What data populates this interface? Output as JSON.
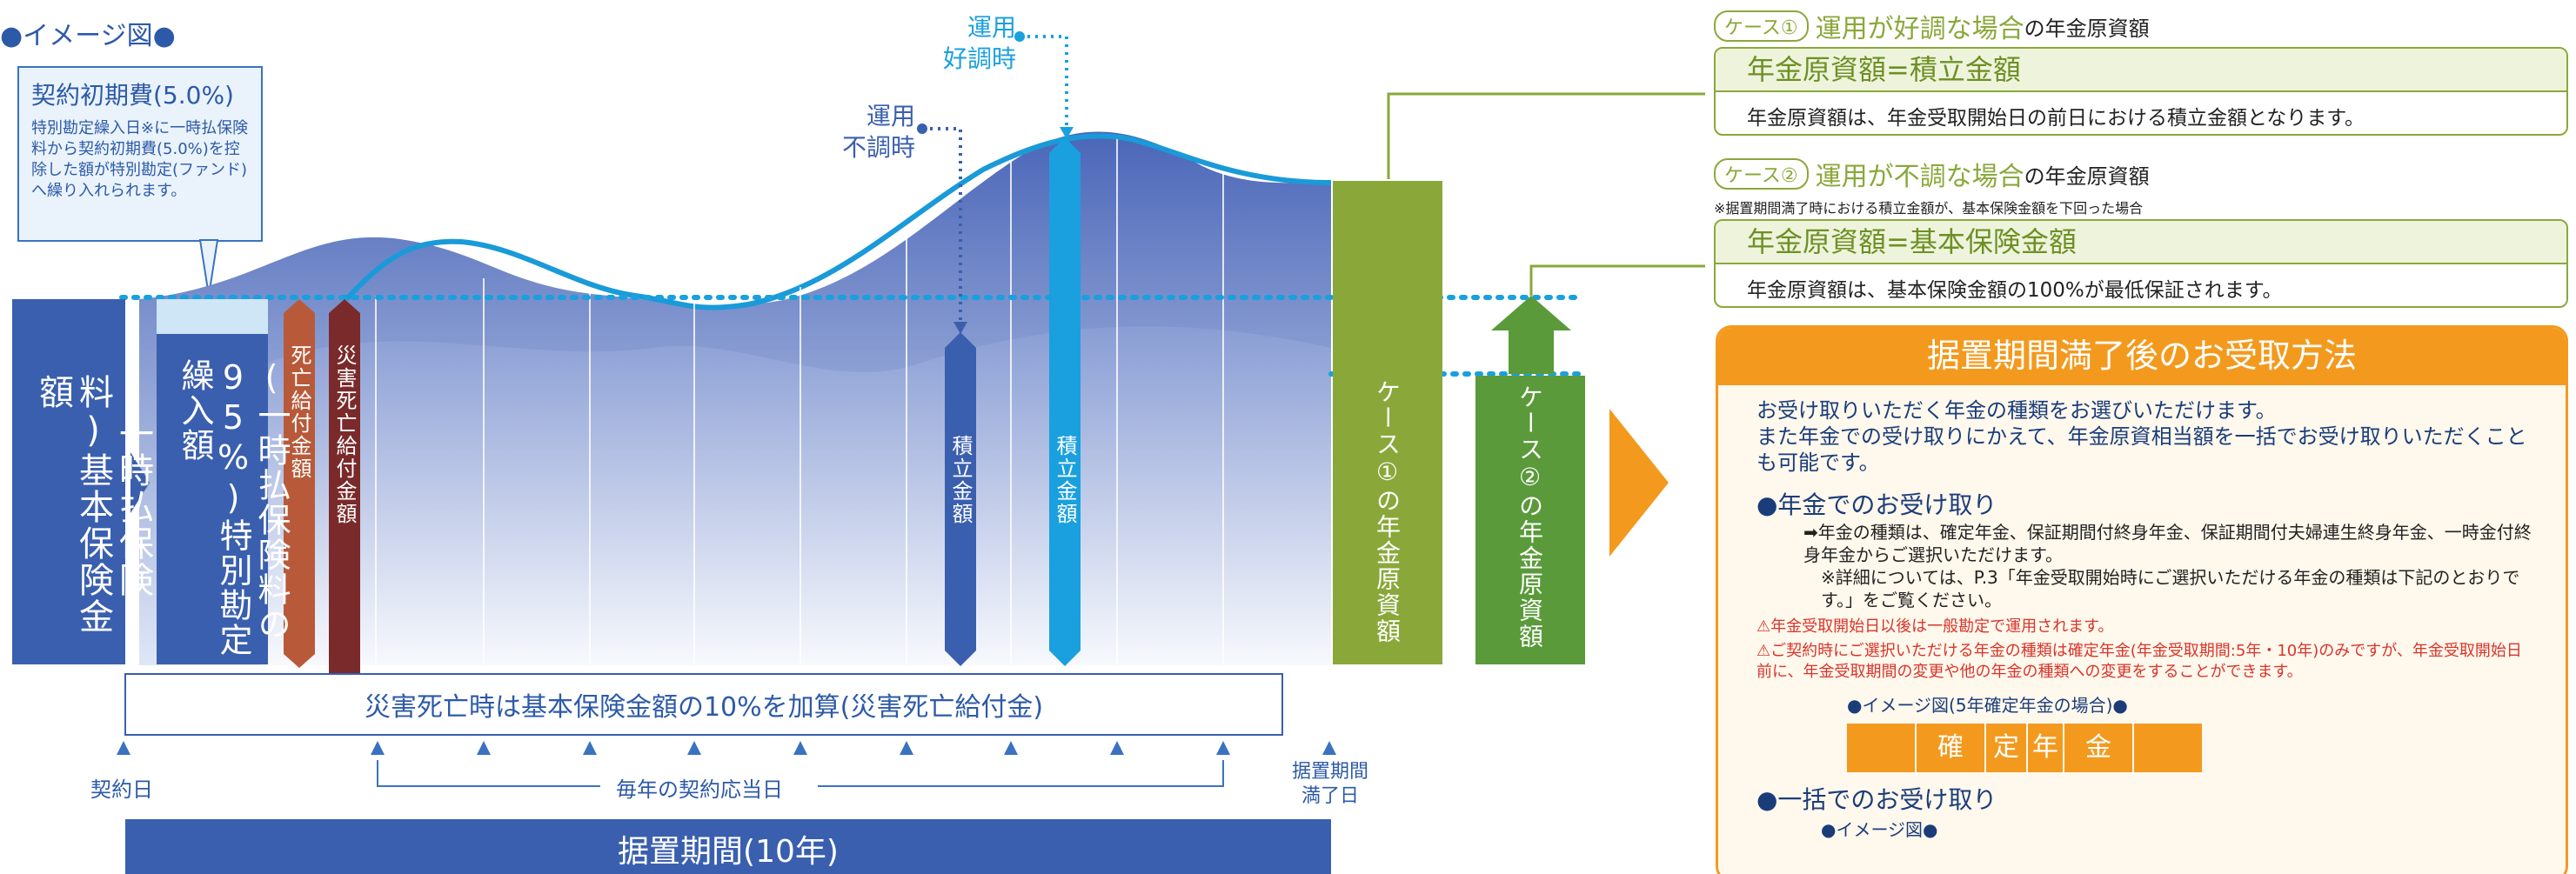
{
  "left": {
    "title": "●イメージ図●",
    "fee_box": {
      "title": "契約初期費(5.0%)",
      "body": "特別勘定繰入日※に一時払保険料から契約初期費(5.0%)を控除した額が特別勘定(ファンド)へ繰り入れられます。"
    },
    "bars": {
      "basic": "(一時払保険料)基本保険金額",
      "special": "(一時払保険料の95%)特別勘定繰入額",
      "death": "死亡給付金額",
      "disaster": "災害死亡給付金額",
      "accum_bad": "積立金額",
      "accum_good": "積立金額",
      "case1": "ケース①の年金原資額",
      "case2": "ケース②の年金原資額"
    },
    "labels": {
      "good": "運用\n好調時",
      "bad": "運用\n不調時",
      "disaster_note": "災害死亡時は基本保険金額の10%を加算(災害死亡給付金)",
      "contract_day": "契約日",
      "anniversary": "毎年の契約応当日",
      "end_day": "据置期間\n満了日",
      "period": "据置期間(10年)"
    }
  },
  "right": {
    "case1": {
      "tag": "ケース①",
      "title": "運用が好調な場合",
      "suffix": "の年金原資額",
      "formula": "年金原資額=積立金額",
      "desc": "年金原資額は、年金受取開始日の前日における積立金額となります。"
    },
    "case2": {
      "tag": "ケース②",
      "title": "運用が不調な場合",
      "suffix": "の年金原資額",
      "note": "※据置期間満了時における積立金額が、基本保険金額を下回った場合",
      "formula": "年金原資額=基本保険金額",
      "desc": "年金原資額は、基本保険金額の100%が最低保証されます。"
    },
    "receipt": {
      "header": "据置期間満了後のお受取方法",
      "intro1": "お受け取りいただく年金の種類をお選びいただけます。",
      "intro2": "また年金での受け取りにかえて、年金原資相当額を一括でお受け取りいただくことも可能です。",
      "annuity_heading": "●年金でのお受け取り",
      "annuity_text1": "➡年金の種類は、確定年金、保証期間付終身年金、保証期間付夫婦連生終身年金、一時金付終身年金からご選択いただけます。",
      "annuity_text2": "※詳細については、P.3「年金受取開始時にご選択いただける年金の種類は下記のとおりです。」をご覧ください。",
      "warn1": "⚠年金受取開始日以後は一般勘定で運用されます。",
      "warn2": "⚠ご契約時にご選択いただける年金の種類は確定年金(年金受取期間:5年・10年)のみですが、年金受取開始日前に、年金受取期間の変更や他の年金の種類への変更をすることができます。",
      "image_label": "●イメージ図(5年確定年金の場合)●",
      "fixed_chars": [
        "確",
        "定",
        "年",
        "金"
      ],
      "lump_heading": "●一括でのお受け取り",
      "lump_image_label": "●イメージ図●"
    }
  },
  "colors": {
    "navy": "#3a5fae",
    "olive": "#8aa83a",
    "green": "#5a9a3a",
    "orange": "#f39a1e",
    "sky": "#1aa0de",
    "brown": "#7a2a2a",
    "rust": "#b85a3a"
  }
}
